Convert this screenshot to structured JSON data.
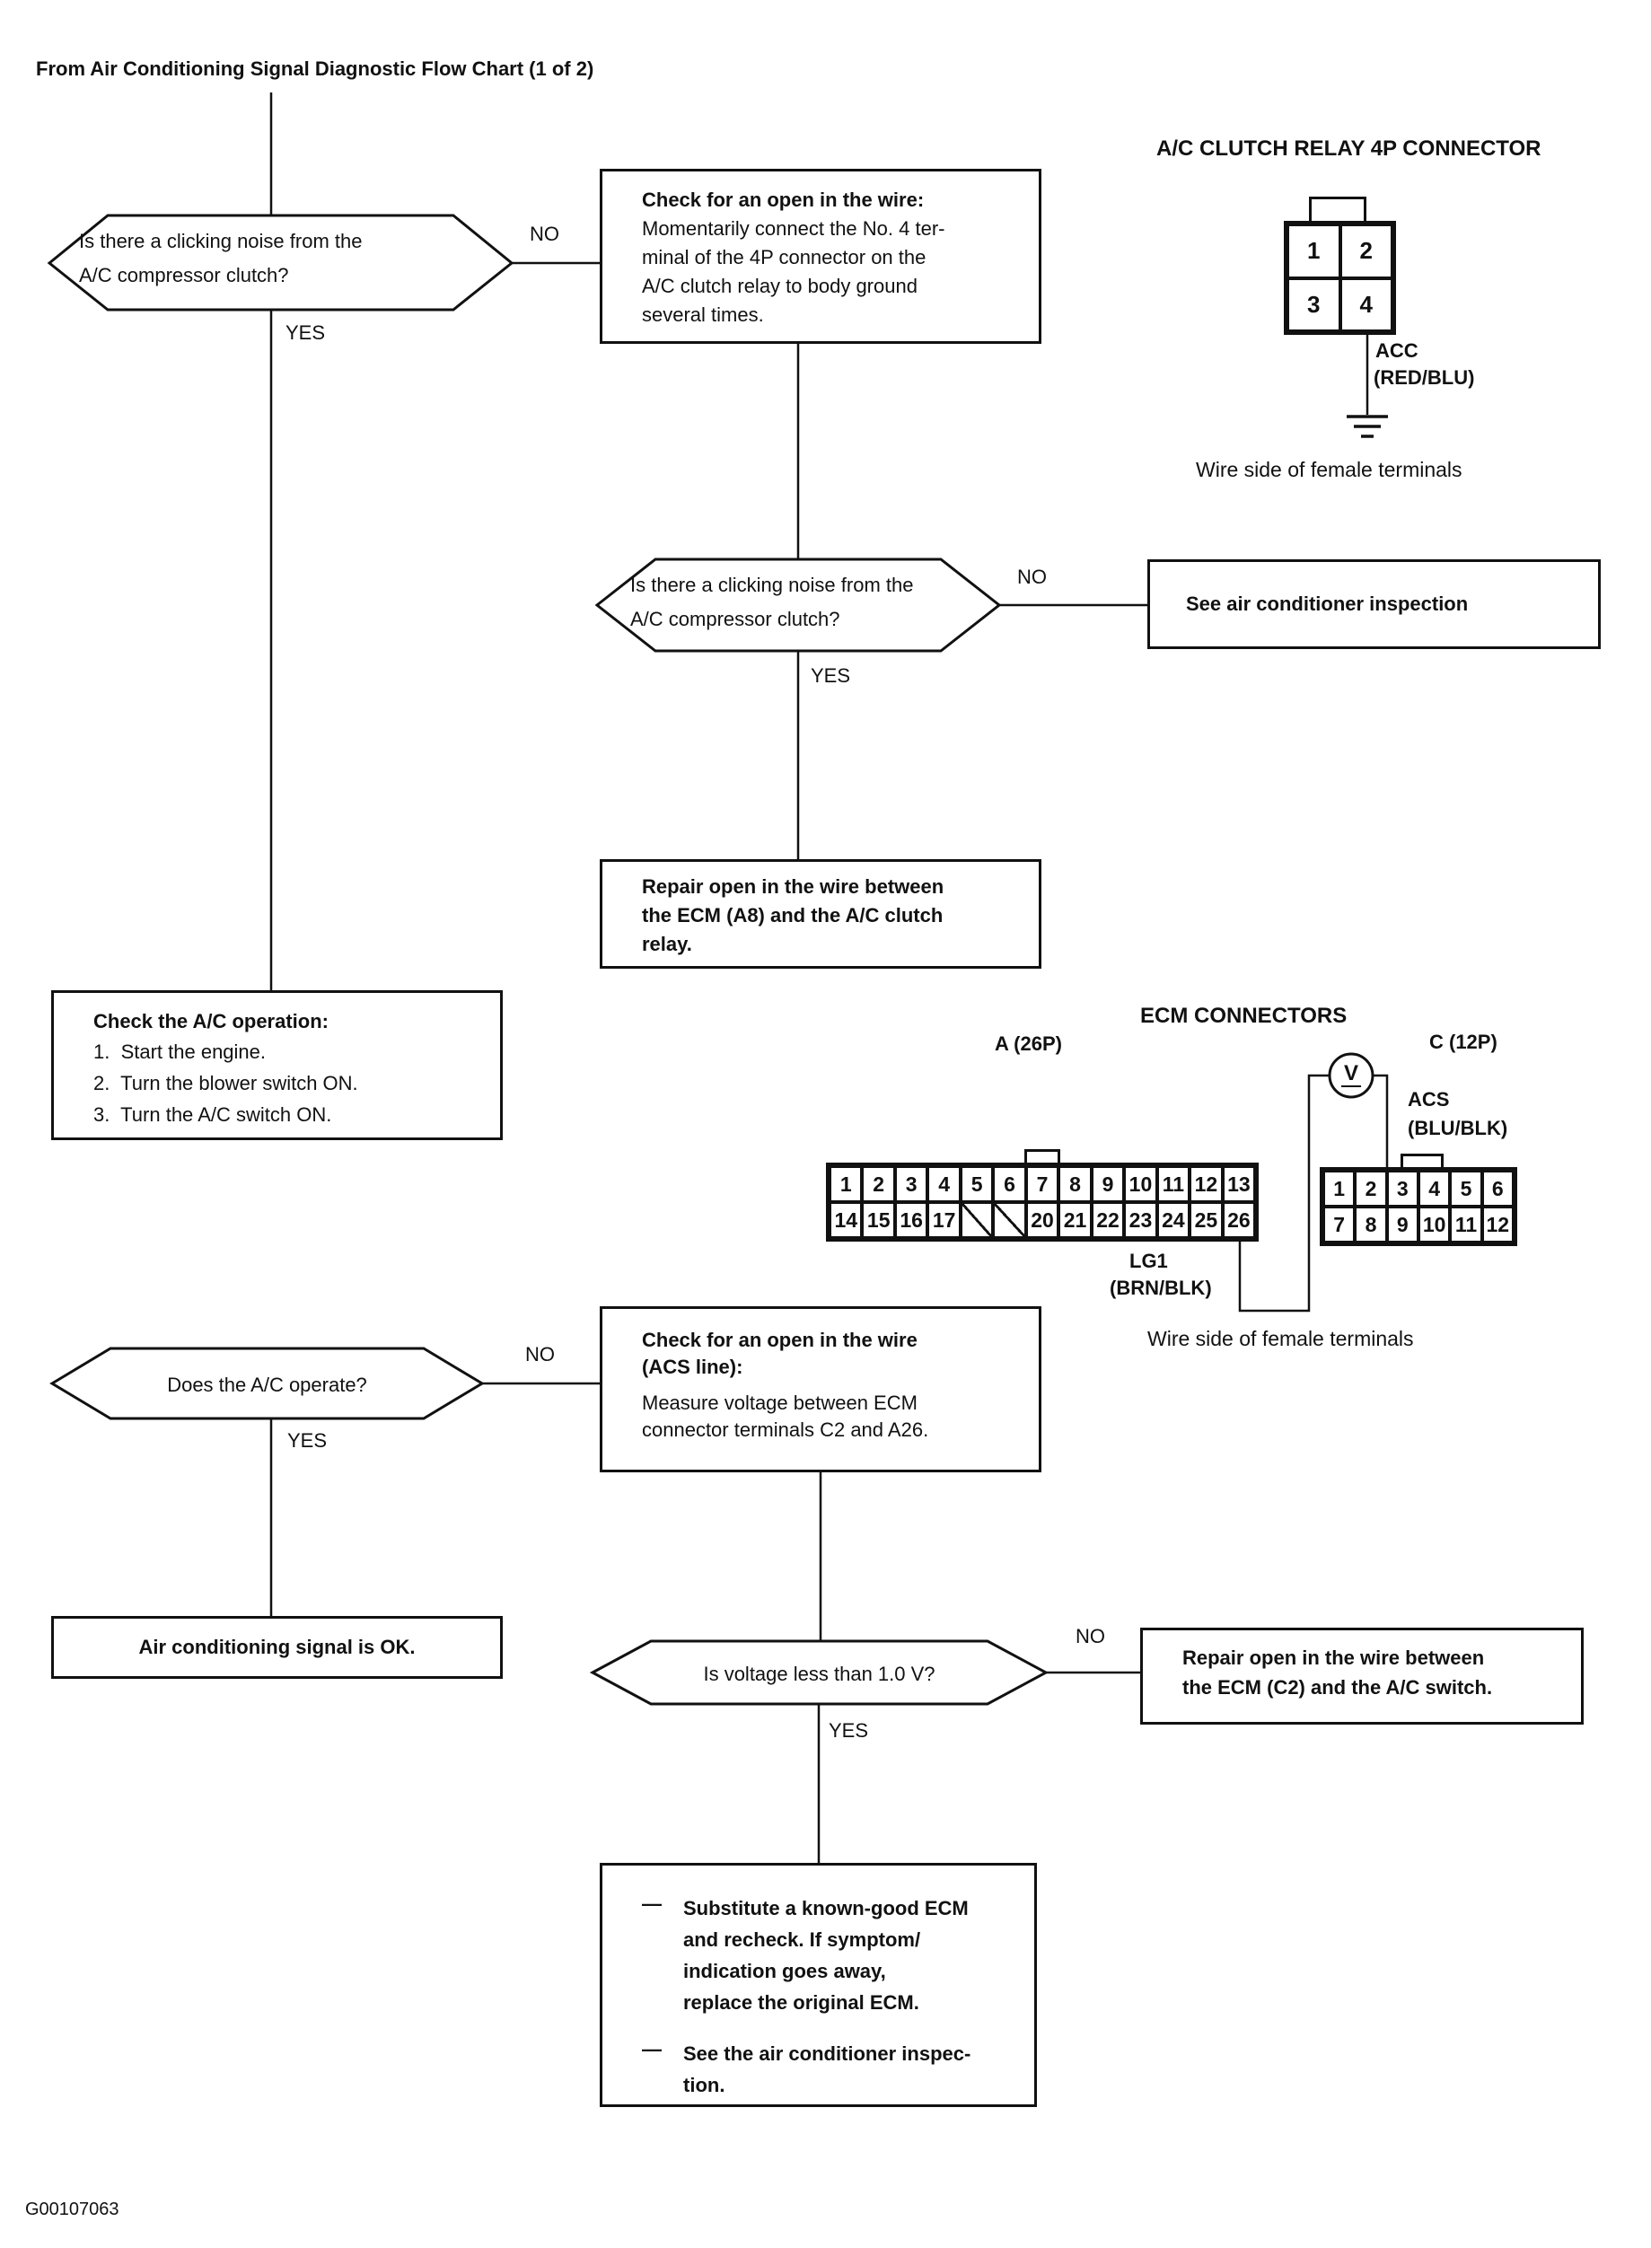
{
  "page": {
    "title": "From Air Conditioning Signal Diagnostic Flow Chart (1 of 2)",
    "figure_id": "G00107063"
  },
  "labels": {
    "yes": "YES",
    "no": "NO"
  },
  "flow": {
    "q_click_1": "Is there a clicking noise from the\nA/C compressor clutch?",
    "box_open_wire_heading": "Check for an open in the wire:",
    "box_open_wire_body": "Momentarily connect the No. 4 ter-\nminal of the 4P connector on the\nA/C clutch relay to body ground\nseveral times.",
    "q_click_2": "Is there a clicking noise from the\nA/C compressor clutch?",
    "see_inspection": "See air conditioner inspection",
    "repair_a8": "Repair open in the wire between\nthe ECM (A8) and the A/C clutch\nrelay.",
    "check_op_heading": "Check the A/C operation:",
    "check_op_steps": [
      "1.  Start the engine.",
      "2.  Turn the blower switch ON.",
      "3.  Turn the A/C switch ON."
    ],
    "q_operate": "Does the A/C operate?",
    "box_acs_heading": "Check for an open in the wire\n(ACS line):",
    "box_acs_body": "Measure voltage between ECM\nconnector terminals C2 and A26.",
    "signal_ok": "Air conditioning signal is OK.",
    "q_voltage": "Is voltage less than 1.0 V?",
    "repair_c2": "Repair open in the wire between\nthe ECM (C2) and the A/C switch.",
    "dash": "—",
    "final_item_1": "Substitute a known-good ECM\nand recheck. If symptom/\nindication  goes away,\nreplace the original ECM.",
    "final_item_2": "See the air conditioner inspec-\ntion."
  },
  "relay_connector": {
    "title": "A/C CLUTCH RELAY 4P CONNECTOR",
    "pins_top": [
      "1",
      "2"
    ],
    "pins_bottom": [
      "3",
      "4"
    ],
    "wire_label_1": "ACC",
    "wire_label_2": "(RED/BLU)",
    "caption": "Wire side of female terminals"
  },
  "ecm_connectors": {
    "title": "ECM CONNECTORS",
    "a_label": "A (26P)",
    "c_label": "C (12P)",
    "a_pins_top": [
      "1",
      "2",
      "3",
      "4",
      "5",
      "6",
      "7",
      "8",
      "9",
      "10",
      "11",
      "12",
      "13"
    ],
    "a_pins_bottom": [
      "14",
      "15",
      "16",
      "17",
      "",
      "",
      "20",
      "21",
      "22",
      "23",
      "24",
      "25",
      "26"
    ],
    "c_pins_top": [
      "1",
      "2",
      "3",
      "4",
      "5",
      "6"
    ],
    "c_pins_bottom": [
      "7",
      "8",
      "9",
      "10",
      "11",
      "12"
    ],
    "meter_label": "V",
    "lg1_label_1": "LG1",
    "lg1_label_2": "(BRN/BLK)",
    "acs_label_1": "ACS",
    "acs_label_2": "(BLU/BLK)",
    "caption": "Wire side of female terminals"
  }
}
